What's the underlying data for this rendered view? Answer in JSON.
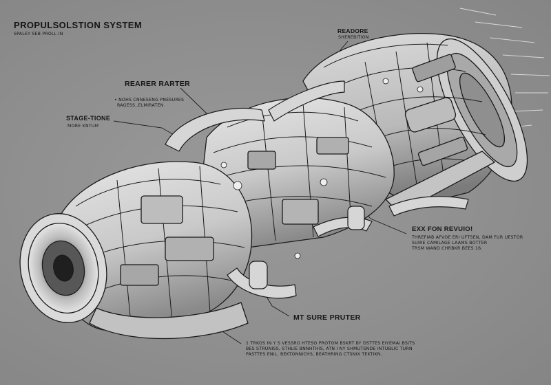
{
  "title": "PROPULSOLSTION SYSTEM",
  "subtitle": "SPALEY SEB PROLL IN",
  "callouts": {
    "readore": {
      "label": "READORE",
      "sub": "SHEREBITION"
    },
    "rearer": {
      "label": "REARER RARTER",
      "sub": [
        "• NOHS CNNESENG PNESURES",
        "RAGESS..ELMIRATEN"
      ]
    },
    "stage": {
      "label": "STAGE-TIONE",
      "sub": "MORE KNTUM"
    },
    "exx": {
      "label": "EXX FON REVUIO!",
      "sub": [
        "THREFIAB AFVOE ERI UFTSEN, DAM FUR UESTOR",
        "SUIRE CAMILAGE LAAMS BOTTER",
        "TRSM WAND CHRBKR BEES 16."
      ]
    },
    "mt": {
      "label": "MT SURE PRUTER"
    },
    "bottom_note": [
      "1 TRKOS IN Y S VESSRO HTESO PROTOM BSKRT BY DSTTES EIYEMAI BSITS",
      "BES STRUNISS, STHLIE BNNHTHIS, ATN I NY SHMUTSNDE INTUBLIC TURN",
      "PASTTES ENIL, BEKTONNICHS, BEATHRING CTSNIX TEKTIKN."
    ]
  },
  "colors": {
    "background": "#8d8d8d",
    "ink": "#151515",
    "shade": "#7a7a7a",
    "hull": "#d2d2d2"
  },
  "labels_aria": {}
}
